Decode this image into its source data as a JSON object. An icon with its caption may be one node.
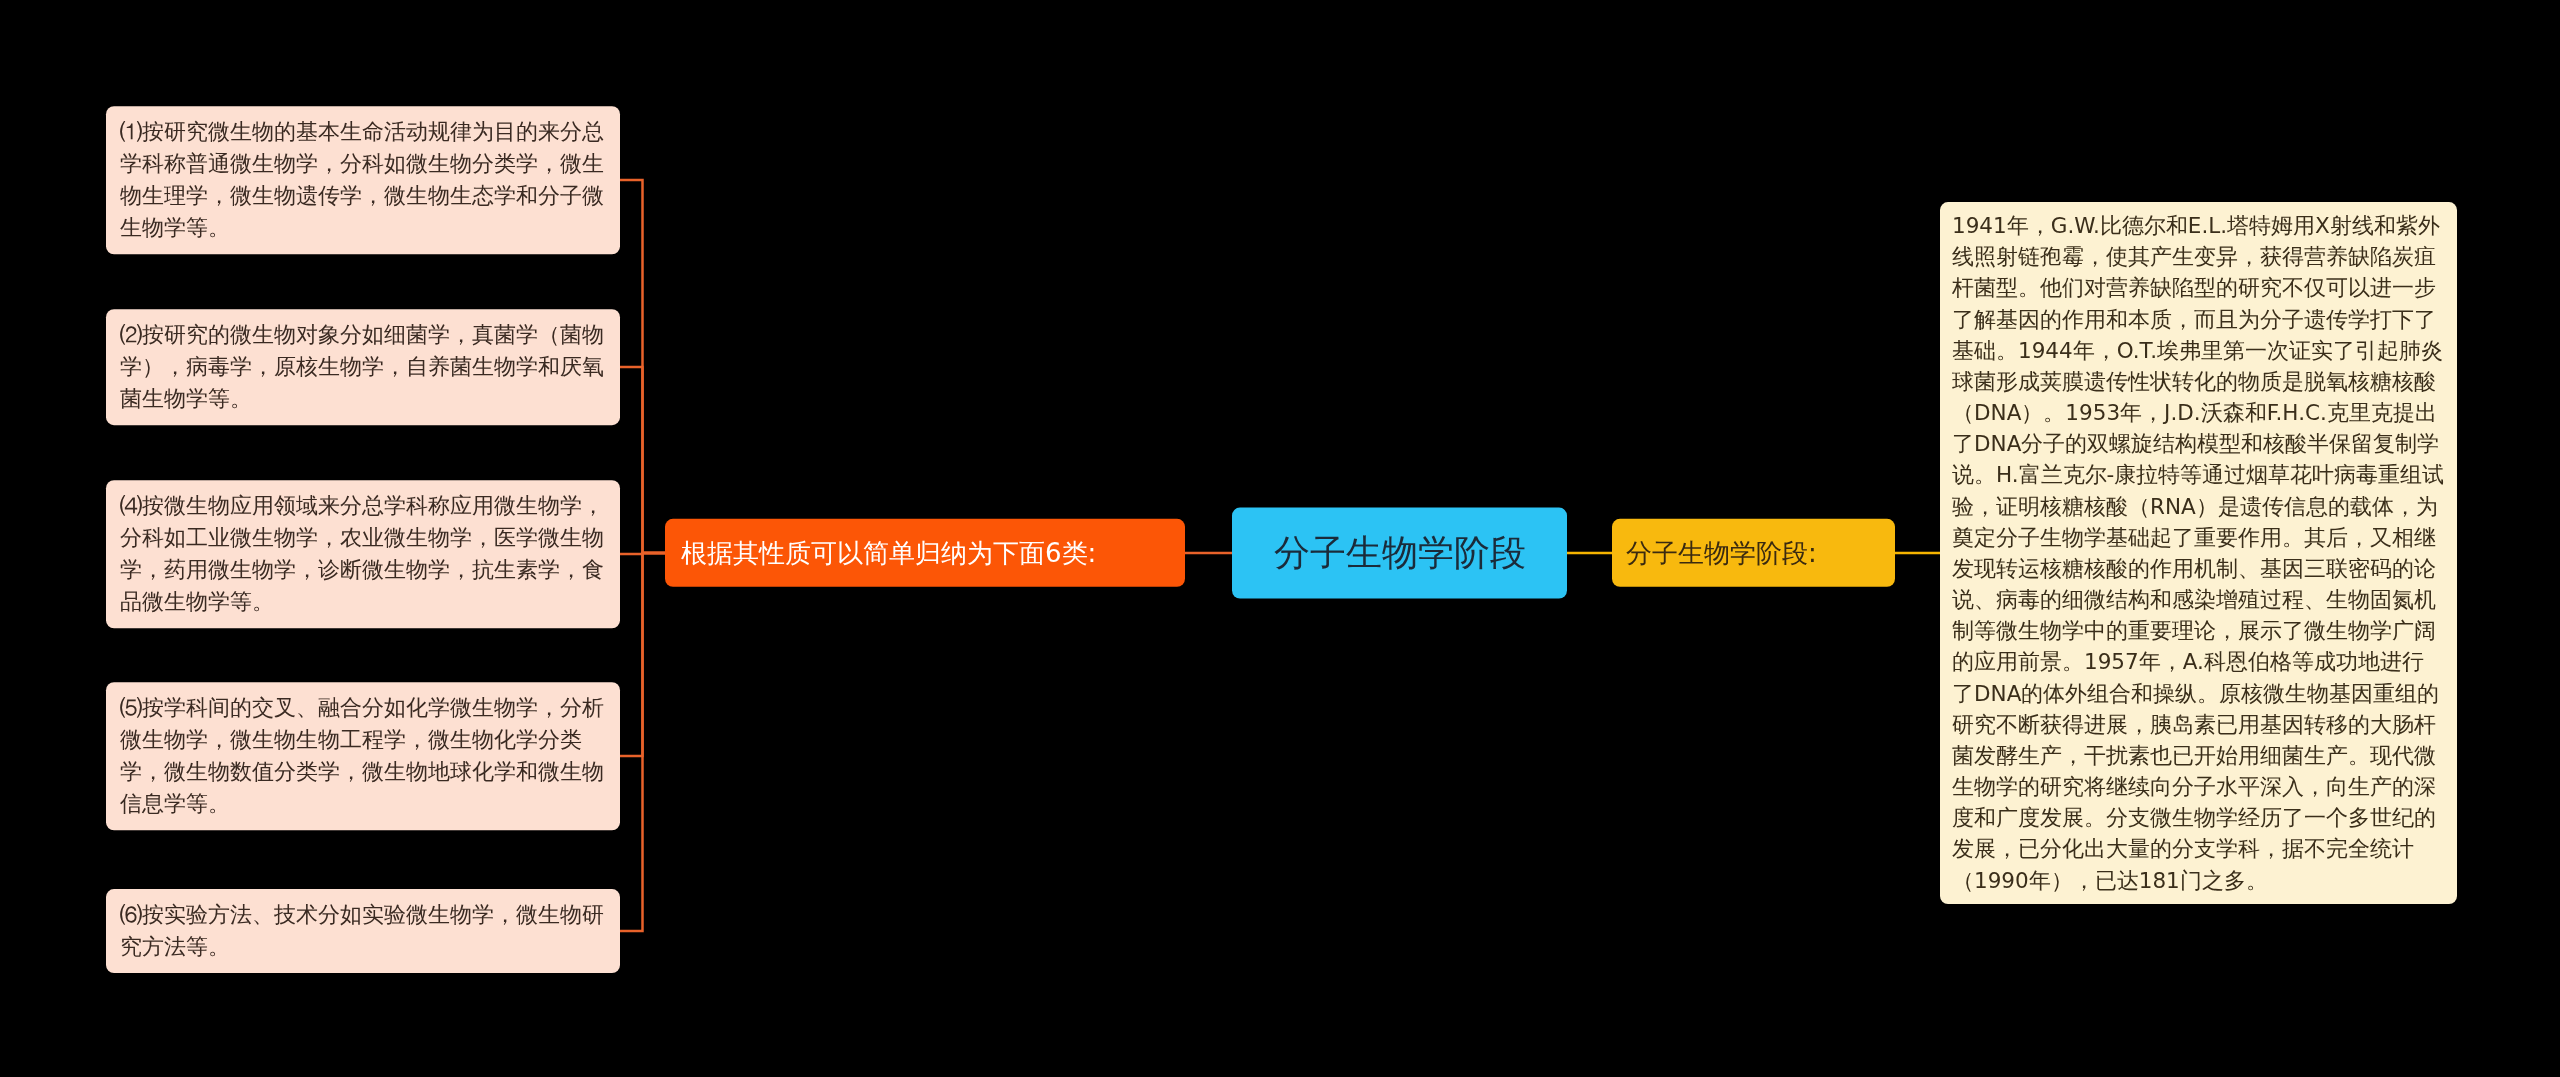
{
  "diagram": {
    "nodes": [
      {
        "text": [
          "分子生物学阶段"
        ]
      },
      {
        "text": [
          "根据其性质可以简单归纳为下面6类:"
        ]
      },
      {
        "text": [
          "⑴按研究微生物的基本生命活动规律为目的来分总学科称普通微生物学，分科如微生物分类学，微生物生理学，微生物遗传学，微生物生态学和分子微生物学等。"
        ]
      },
      {
        "text": [
          "⑵按研究的微生物对象分如细菌学，真菌学（菌物学），病毒学，原核生物学，自养菌生物学和厌氧菌生物学等。"
        ]
      },
      {
        "text": [
          "⑷按微生物应用领域来分总学科称应用微生物学，分科如工业微生物学，农业微生物学，医学微生物学，药用微生物学，诊断微生物学，抗生素学，食品微生物学等。"
        ]
      },
      {
        "text": [
          "⑸按学科间的交叉、融合分如化学微生物学，分析微生物学，微生物生物工程学，微生物化学分类学，微生物数值分类学，微生物地球化学和微生物信息学等。"
        ]
      },
      {
        "text": [
          "⑹按实验方法、技术分如实验微生物学，微生物研究方法等。"
        ]
      },
      {
        "text": [
          "分子生物学阶段:"
        ]
      },
      {
        "text": [
          "1941年，G.W.比德尔和E.L.塔特姆用X射线和紫外线照射链孢霉，使其产生变异，获得营养缺陷炭疽杆菌型。他们对营养缺陷型的研究不仅可以进一步了解基因的作用和本质，而且为分子遗传学打下了基础。1944年，O.T.埃弗里第一次证实了引起肺炎球菌形成荚膜遗传性状转化的物质是脱氧核糖核酸（DNA）。1953年，J.D.沃森和F.H.C.克里克提出了DNA分子的双螺旋结构模型和核酸半保留复制学说。H.富兰克尔-康拉特等通过烟草花叶病毒重组试验，证明核糖核酸（RNA）是遗传信息的载体，为奠定分子生物学基础起了重要作用。其后，又相继发现转运核糖核酸的作用机制、基因三联密码的论说、病毒的细微结构和感染增殖过程、生物固氮机制等微生物学中的重要理论，展示了微生物学广阔的应用前景。1957年，A.科恩伯格等成功地进行了DNA的体外组合和操纵。原核微生物基因重组的研究不断获得进展，胰岛素已用基因转移的大肠杆菌发酵生产，干扰素也已开始用细菌生产。现代微生物学的研究将继续向分子水平深入，向生产的深度和广度发展。分支微生物学经历了一个多世纪的发展，已分化出大量的分支学科，据不完全统计（1990年），已达181门之多。"
        ]
      }
    ],
    "edges": [
      {
        "from": 0,
        "to": 1,
        "arrow": "none"
      },
      {
        "from": 1,
        "to": 2,
        "arrow": "none"
      },
      {
        "from": 1,
        "to": 3,
        "arrow": "none"
      },
      {
        "from": 1,
        "to": 4,
        "arrow": "none"
      },
      {
        "from": 1,
        "to": 5,
        "arrow": "none"
      },
      {
        "from": 1,
        "to": 6,
        "arrow": "none"
      },
      {
        "from": 0,
        "to": 7,
        "arrow": "none",
        "color": "#f5b400"
      },
      {
        "from": 7,
        "to": 8,
        "arrow": "none",
        "color": "#f5b400"
      }
    ]
  }
}
